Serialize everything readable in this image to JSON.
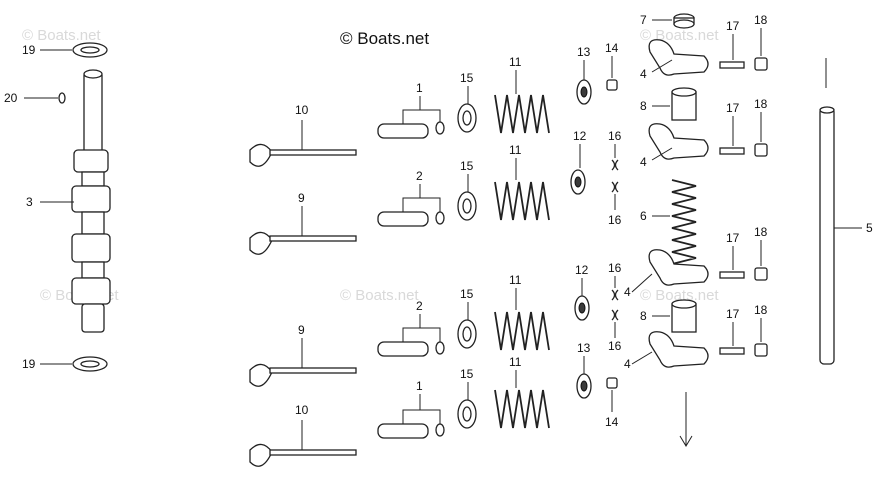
{
  "copyright": "© Boats.net",
  "watermark": "© Boats.net",
  "callouts": {
    "c_19_top": "19",
    "c_20": "20",
    "c_3": "3",
    "c_19_bot": "19",
    "c_10_top": "10",
    "c_1_top": "1",
    "c_15_a": "15",
    "c_11_a": "11",
    "c_13_top": "13",
    "c_14_top": "14",
    "c_7": "7",
    "c_17_a": "17",
    "c_18_a": "18",
    "c_4_a": "4",
    "c_8_a": "8",
    "c_17_b": "17",
    "c_18_b": "18",
    "c_9_top": "9",
    "c_2_top": "2",
    "c_15_b": "15",
    "c_11_b": "11",
    "c_12_top": "12",
    "c_16_a": "16",
    "c_4_b": "4",
    "c_6": "6",
    "c_16_b": "16",
    "c_17_c": "17",
    "c_18_c": "18",
    "c_5": "5",
    "c_9_bot": "9",
    "c_2_bot": "2",
    "c_15_c": "15",
    "c_11_c": "11",
    "c_12_bot": "12",
    "c_16_c": "16",
    "c_4_c": "4",
    "c_8_b": "8",
    "c_17_d": "17",
    "c_18_d": "18",
    "c_16_d": "16",
    "c_4_d": "4",
    "c_10_bot": "10",
    "c_1_bot": "1",
    "c_15_d": "15",
    "c_11_d": "11",
    "c_13_bot": "13",
    "c_14_bot": "14"
  }
}
